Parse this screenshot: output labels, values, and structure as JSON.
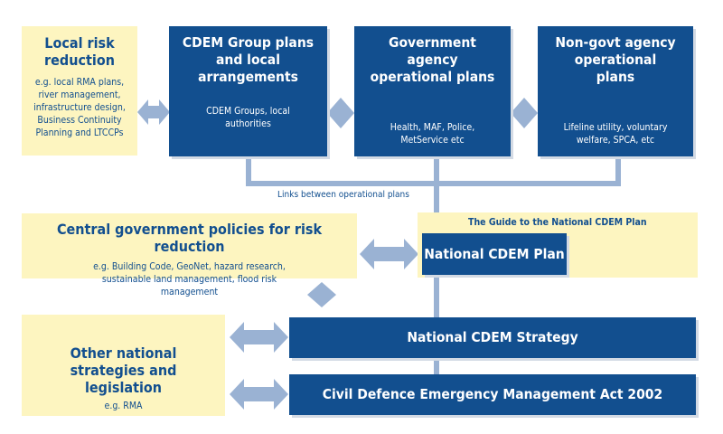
{
  "local_risk": {
    "title": "Local risk reduction",
    "body": "e.g. local RMA plans, river management, infrastructure design, Business Continuity Planning and LTCCPs"
  },
  "cdem_group": {
    "title": "CDEM Group plans and local arrangements",
    "body": "CDEM Groups, local authorities"
  },
  "gov_agency": {
    "title": "Government agency operational plans",
    "body": "Health, MAF, Police, MetService etc"
  },
  "nongov_agency": {
    "title": "Non-govt agency operational plans",
    "body": "Lifeline utility, voluntary welfare, SPCA, etc"
  },
  "links_label": "Links between operational plans",
  "central_gov": {
    "title": "Central government policies for risk reduction",
    "body": "e.g. Building Code, GeoNet, hazard research, sustainable land management, flood risk management"
  },
  "guide_label": "The Guide to the National CDEM Plan",
  "national_plan": "National CDEM Plan",
  "other_national": {
    "title": "Other national strategies and legislation",
    "body": "e.g. RMA"
  },
  "national_strategy": "National CDEM Strategy",
  "cdem_act": "Civil Defence Emergency Management Act 2002",
  "colors": {
    "dark_blue": "#124f8f",
    "pale_yellow": "#fdf5c0",
    "connector_blue": "#9ab2d3"
  }
}
